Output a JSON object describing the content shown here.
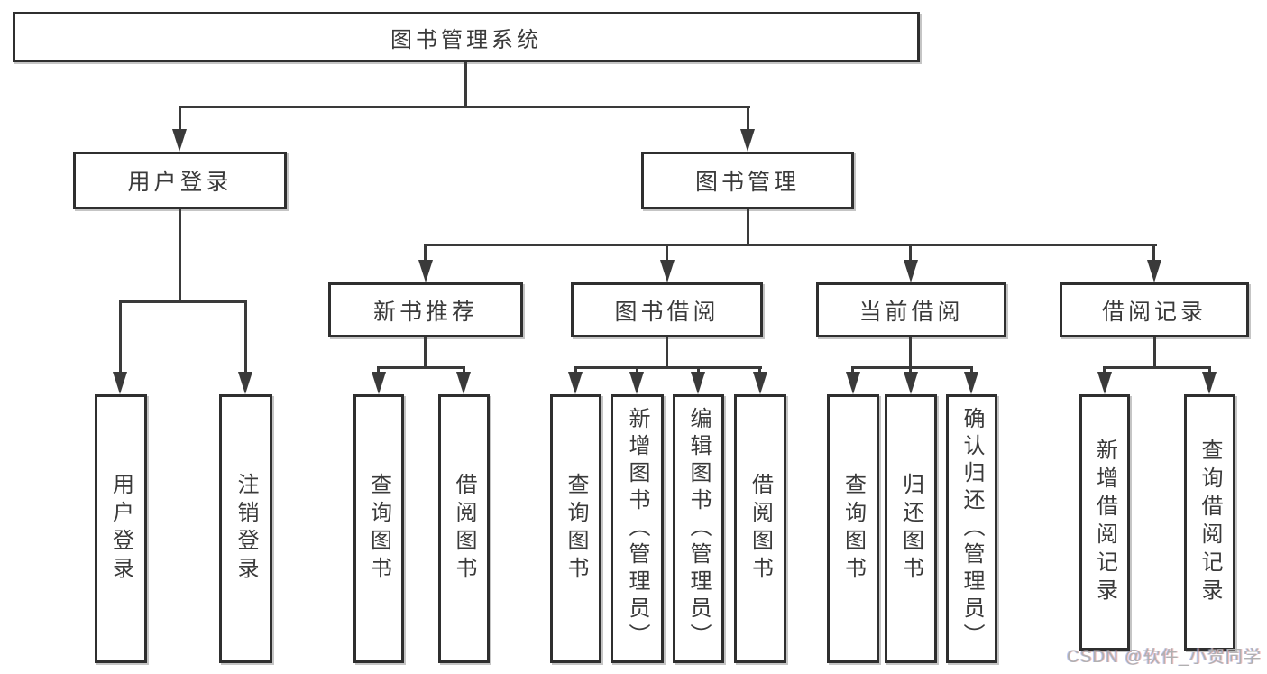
{
  "diagram_title": "图书管理系统",
  "watermark": "CSDN @软件_小贺同学",
  "colors": {
    "line": "#3a3a3a",
    "box_border": "#2f2f2f",
    "text": "#3a3a3a",
    "background": "#ffffff",
    "watermark": "#b0b0b0"
  },
  "nodes": {
    "root": {
      "label": "图书管理系统"
    },
    "user_login": {
      "label": "用户登录"
    },
    "book_mgmt": {
      "label": "图书管理"
    },
    "new_book": {
      "label": "新书推荐"
    },
    "book_borrow": {
      "label": "图书借阅"
    },
    "current_borrow": {
      "label": "当前借阅"
    },
    "borrow_record": {
      "label": "借阅记录"
    },
    "leaf_user_login": {
      "label": "用户登录"
    },
    "leaf_logout": {
      "label": "注销登录"
    },
    "leaf_nb_query": {
      "label": "查询图书"
    },
    "leaf_nb_borrow": {
      "label": "借阅图书"
    },
    "leaf_bb_query": {
      "label": "查询图书"
    },
    "leaf_bb_add": {
      "label": "新增图书（管理员）"
    },
    "leaf_bb_edit": {
      "label": "编辑图书（管理员）"
    },
    "leaf_bb_borrow": {
      "label": "借阅图书"
    },
    "leaf_cb_query": {
      "label": "查询图书"
    },
    "leaf_cb_return": {
      "label": "归还图书"
    },
    "leaf_cb_confirm": {
      "label": "确认归还（管理员）"
    },
    "leaf_br_add": {
      "label": "新增借阅记录"
    },
    "leaf_br_query": {
      "label": "查询借阅记录"
    }
  },
  "hierarchy": {
    "图书管理系统": {
      "用户登录": [
        "用户登录",
        "注销登录"
      ],
      "图书管理": {
        "新书推荐": [
          "查询图书",
          "借阅图书"
        ],
        "图书借阅": [
          "查询图书",
          "新增图书（管理员）",
          "编辑图书（管理员）",
          "借阅图书"
        ],
        "当前借阅": [
          "查询图书",
          "归还图书",
          "确认归还（管理员）"
        ],
        "借阅记录": [
          "新增借阅记录",
          "查询借阅记录"
        ]
      }
    }
  }
}
